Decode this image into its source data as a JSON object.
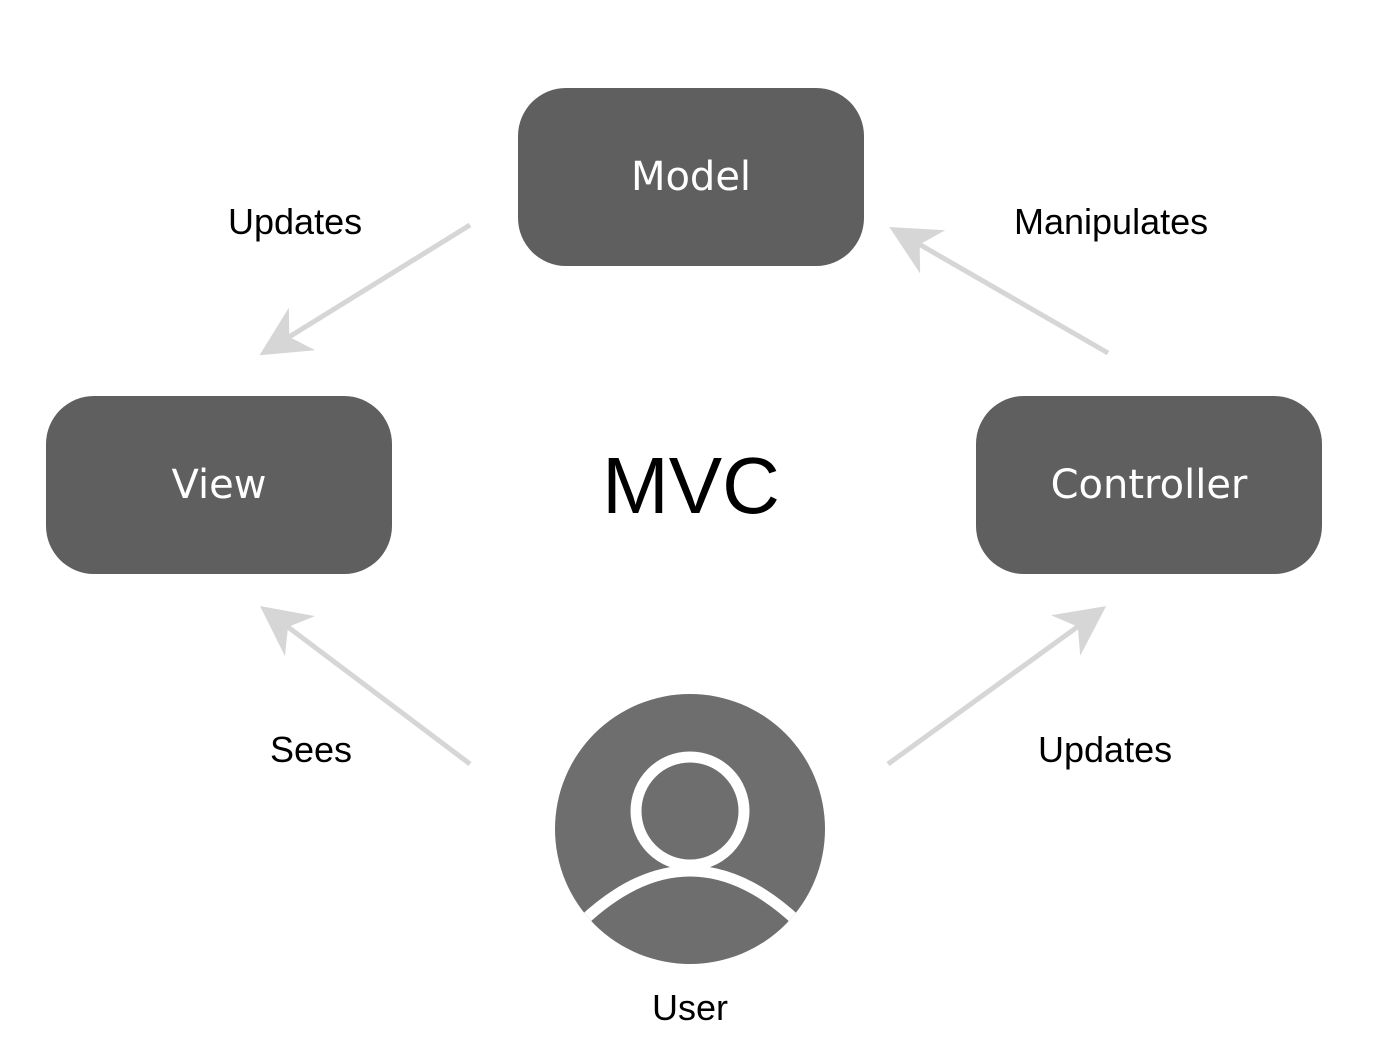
{
  "diagram": {
    "center_title": "MVC",
    "nodes": {
      "model": "Model",
      "view": "View",
      "controller": "Controller"
    },
    "user": {
      "label": "User",
      "icon": "user-avatar-icon"
    },
    "edges": [
      {
        "from": "Model",
        "to": "View",
        "label": "Updates"
      },
      {
        "from": "Controller",
        "to": "Model",
        "label": "Manipulates"
      },
      {
        "from": "User",
        "to": "View",
        "label": "Sees"
      },
      {
        "from": "User",
        "to": "Controller",
        "label": "Updates"
      }
    ],
    "colors": {
      "node_fill": "#5f5f5f",
      "user_fill": "#6e6e6e",
      "arrow": "#d6d6d6",
      "node_text": "#ffffff",
      "label_text": "#000000"
    }
  }
}
